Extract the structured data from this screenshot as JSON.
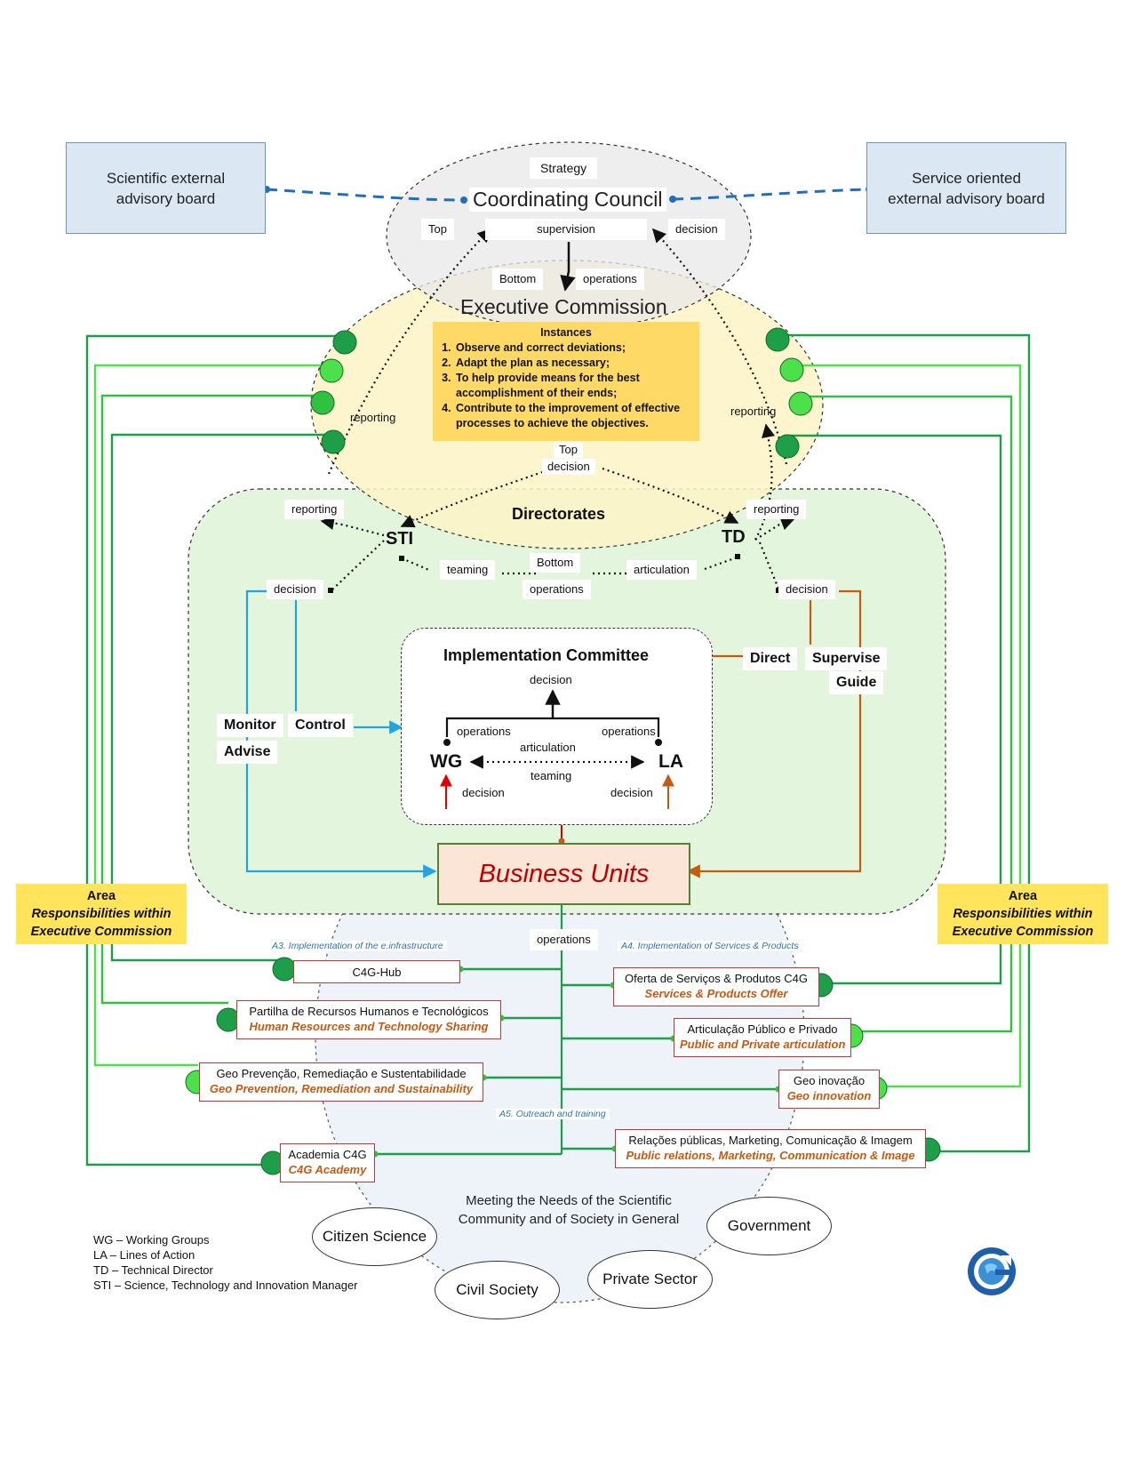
{
  "advisory": {
    "left": "Scientific external advisory board",
    "right": "Service oriented external advisory board"
  },
  "council": {
    "strategy": "Strategy",
    "title": "Coordinating Council",
    "top": "Top",
    "supervision": "supervision",
    "decision": "decision",
    "bottom": "Bottom",
    "operations": "operations"
  },
  "executive": {
    "title": "Executive Commission",
    "instances_title": "Instances",
    "instances": [
      "Observe and correct deviations;",
      "Adapt the plan as necessary;",
      "To help provide means for the best accomplishment of their ends;",
      "Contribute to the improvement of effective processes to achieve the objectives."
    ],
    "reporting_left": "reporting",
    "reporting_right": "reporting",
    "top": "Top",
    "decision": "decision"
  },
  "directorates": {
    "title": "Directorates",
    "sti": "STI",
    "td": "TD",
    "reporting_left": "reporting",
    "reporting_right": "reporting",
    "teaming": "teaming",
    "bottom": "Bottom",
    "articulation": "articulation",
    "operations": "operations",
    "decision_left": "decision",
    "decision_right": "decision",
    "monitor": "Monitor",
    "control": "Control",
    "advise": "Advise",
    "direct": "Direct",
    "supervise": "Supervise",
    "guide": "Guide"
  },
  "implementation": {
    "title": "Implementation Committee",
    "decision_top": "decision",
    "operations_left": "operations",
    "operations_right": "operations",
    "articulation": "articulation",
    "wg": "WG",
    "la": "LA",
    "teaming": "teaming",
    "decision_left": "decision",
    "decision_right": "decision"
  },
  "business_units": {
    "title": "Business Units",
    "operations": "operations"
  },
  "area": {
    "line1": "Area",
    "line2": "Responsibilities within",
    "line3": "Executive Commission"
  },
  "sections": {
    "a3": "A3. Implementation of the e.infrastructure",
    "a4": "A4. Implementation of Services & Products",
    "a5": "A5. Outreach and training"
  },
  "units": [
    {
      "pt": "C4G-Hub",
      "en": ""
    },
    {
      "pt": "Partilha de Recursos Humanos e Tecnológicos",
      "en": "Human Resources and Technology Sharing"
    },
    {
      "pt": "Geo Prevenção, Remediação e Sustentabilidade",
      "en": "Geo Prevention, Remediation and Sustainability"
    },
    {
      "pt": "Academia C4G",
      "en": "C4G Academy"
    },
    {
      "pt": "Oferta de Serviços & Produtos C4G",
      "en": "Services & Products Offer"
    },
    {
      "pt": "Articulação Público e Privado",
      "en": "Public and Private articulation"
    },
    {
      "pt": "Geo inovação",
      "en": "Geo innovation"
    },
    {
      "pt": "Relações públicas, Marketing, Comunicação & Imagem",
      "en": "Public relations, Marketing, Communication & Image"
    }
  ],
  "society": {
    "needs": "Meeting the Needs of the Scientific Community and of Society in General",
    "citizen": "Citizen Science",
    "civil": "Civil Society",
    "private": "Private Sector",
    "government": "Government"
  },
  "legend": [
    "WG – Working Groups",
    "LA – Lines of Action",
    "TD – Technical Director",
    "STI – Science, Technology and Innovation Manager"
  ],
  "colors": {
    "council_fill": "#e8e8e8",
    "executive_fill": "#fdf3c6",
    "directorates_fill": "#e4f5de",
    "society_fill": "#eef3fa",
    "green_dark": "#1e9e48",
    "green_mid": "#2fc13f",
    "green_light": "#4ee04a",
    "blue_line": "#23a4e0",
    "orange_line": "#c55a11",
    "red_line": "#e00000",
    "advisory_dash": "#1f6fbf"
  }
}
